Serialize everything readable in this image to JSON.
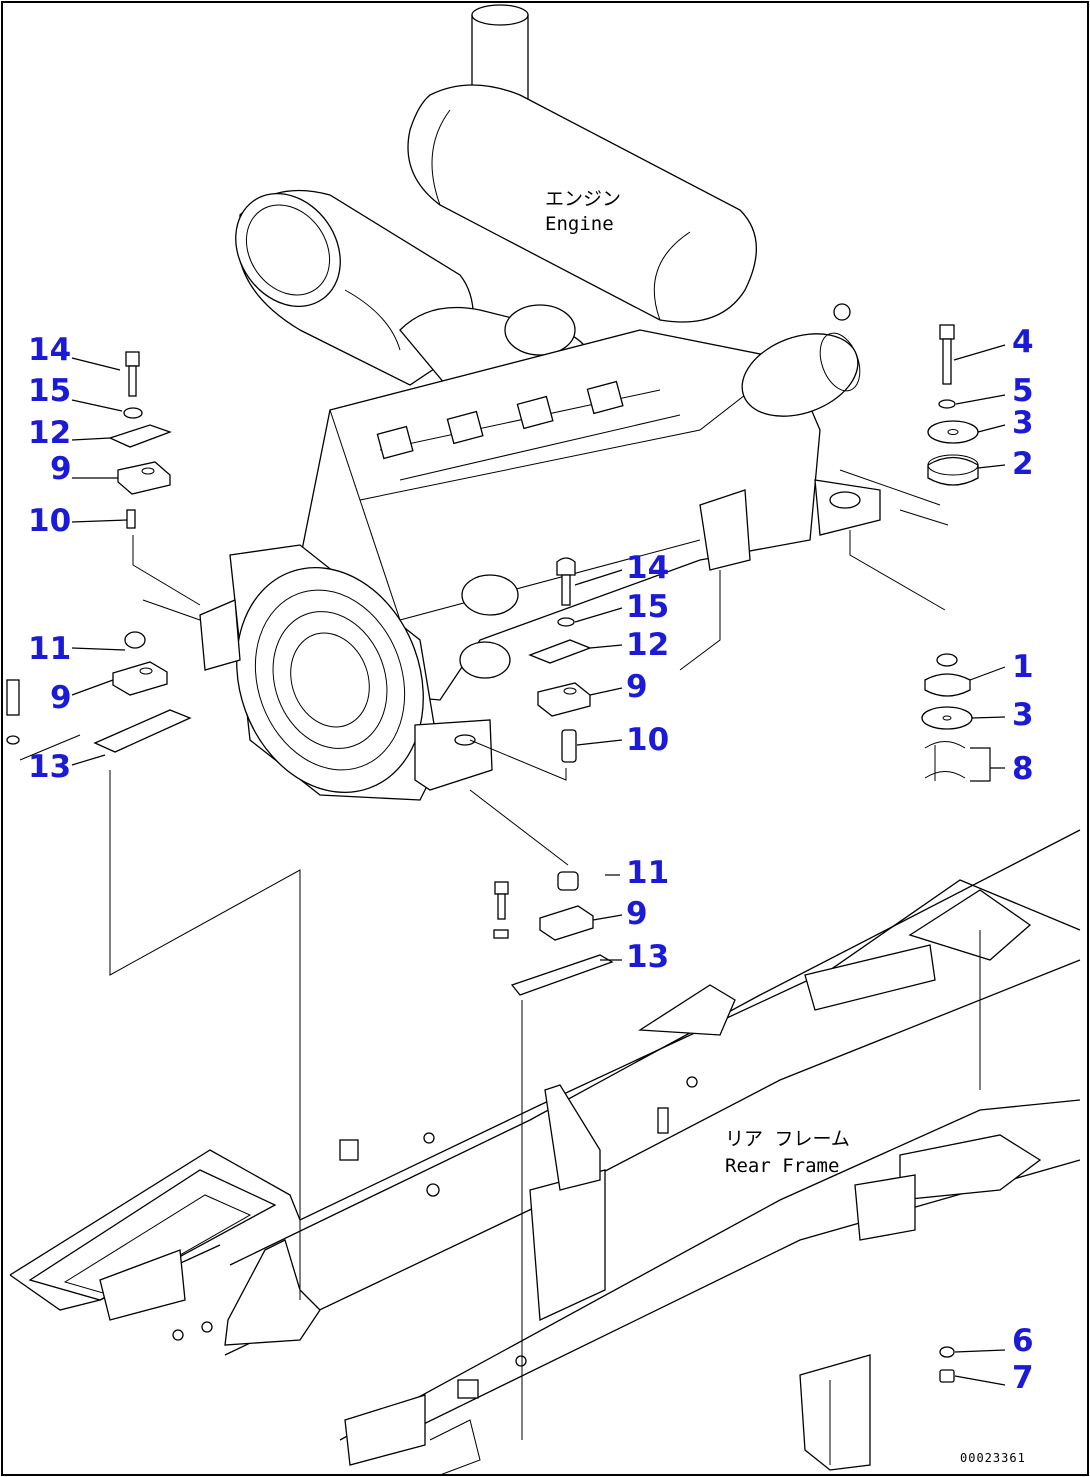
{
  "labels": {
    "engine_jp": "エンジン",
    "engine_en": "Engine",
    "rear_frame_jp": "リア フレーム",
    "rear_frame_en": "Rear Frame",
    "drawing_id": "00023361"
  },
  "callouts": {
    "c1": "1",
    "c2": "2",
    "c3a": "3",
    "c3b": "3",
    "c4": "4",
    "c5": "5",
    "c6": "6",
    "c7": "7",
    "c8": "8",
    "c9a": "9",
    "c9b": "9",
    "c9c": "9",
    "c9d": "9",
    "c10a": "10",
    "c10b": "10",
    "c11a": "11",
    "c11b": "11",
    "c12a": "12",
    "c12b": "12",
    "c13a": "13",
    "c13b": "13",
    "c14a": "14",
    "c14b": "14",
    "c15a": "15",
    "c15b": "15"
  },
  "colors": {
    "callout_number": "#1a1ad8",
    "line": "#000000",
    "background": "#ffffff"
  }
}
